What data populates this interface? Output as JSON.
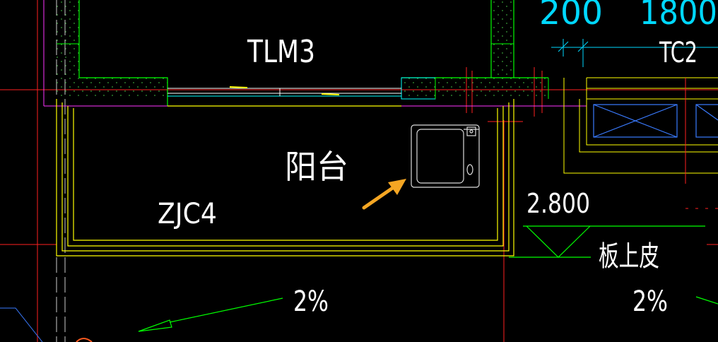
{
  "drawing": {
    "room_label": "阳台",
    "door_label": "TLM3",
    "window_label": "ZJC4",
    "tc_label": "TC2",
    "top_dims": [
      "200",
      "1800"
    ],
    "elevation": "2.800",
    "elevation_note": "板上皮",
    "slope_left": "2%",
    "slope_right": "2%",
    "appliance": "washing-machine",
    "pointer": "orange-arrow"
  },
  "colors": {
    "background": "#000000",
    "wall_outline": "#00ff00",
    "hatch": "#2f8f2f",
    "balcony_edge": "#ffff00",
    "text": "#ffffff",
    "dimension": "#00d8ff",
    "axis": "#ff0000",
    "magenta": "#ff33ff",
    "window_x": "#3a7bff",
    "arrow": "#f5a623"
  }
}
